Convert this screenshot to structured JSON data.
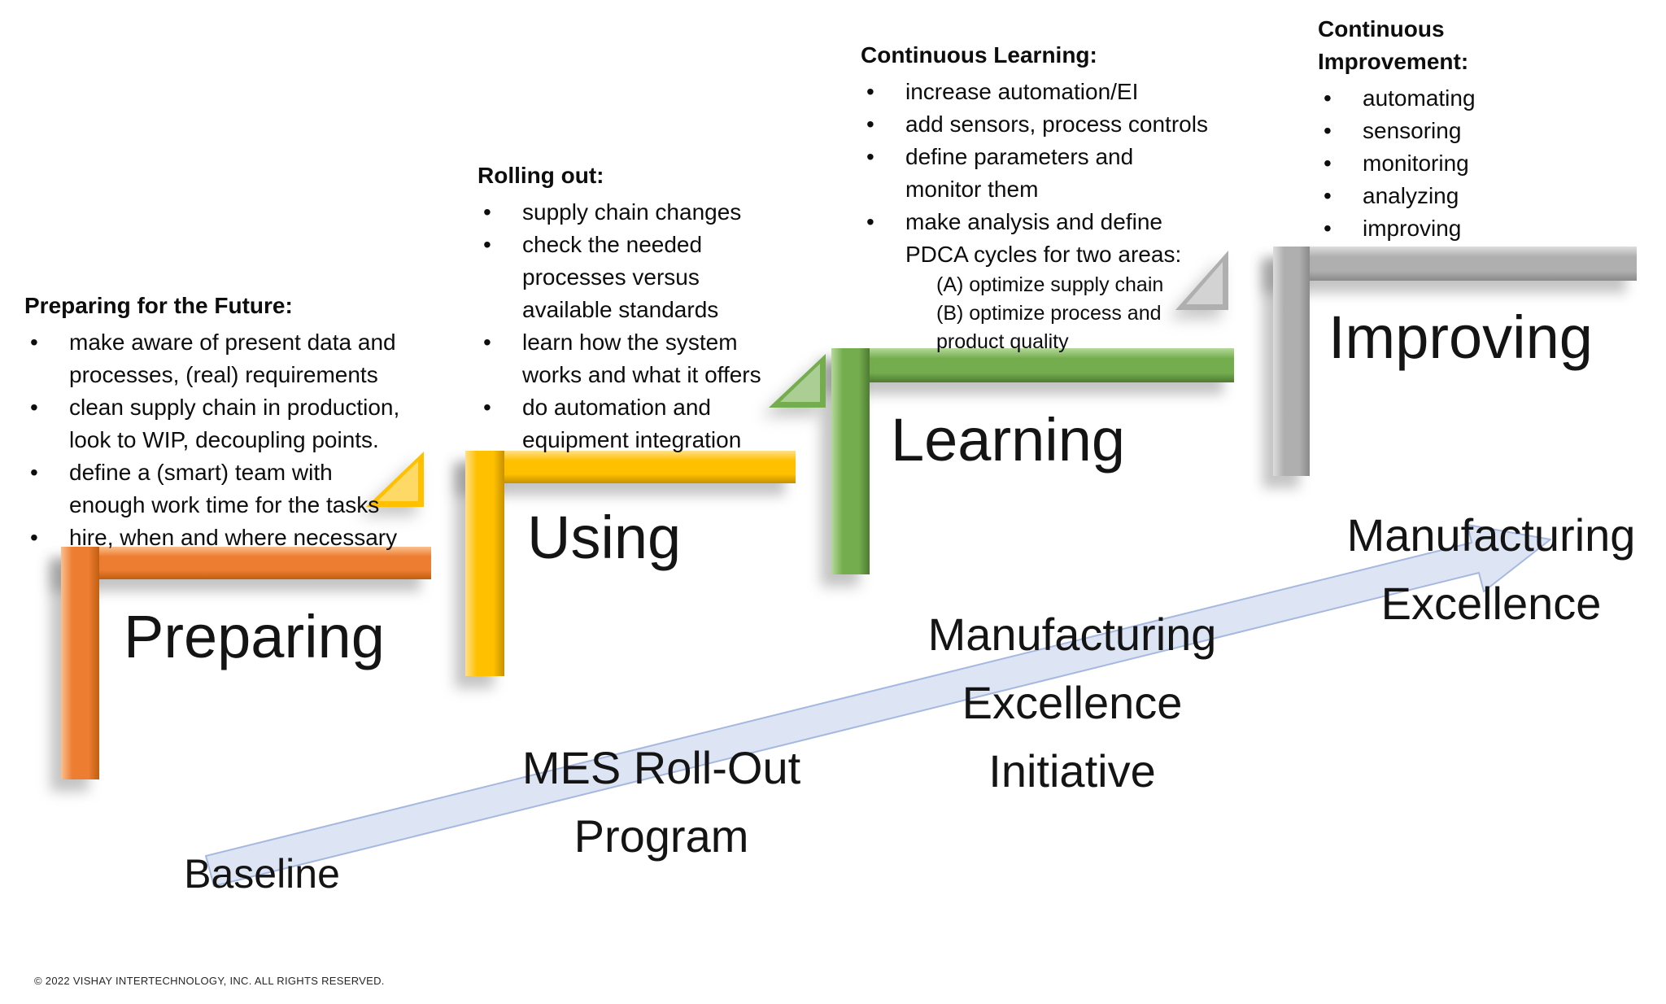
{
  "stages": [
    {
      "name": "Preparing",
      "accent_color": "#ED7D31",
      "accent_light": "#FAC090",
      "accent_dark": "#C05E10",
      "notes": {
        "title": "Preparing for the Future:",
        "bullets": [
          "make aware of present data and\nprocesses, (real) requirements",
          "clean supply chain in production,\nlook to WIP, decoupling points.",
          "define a (smart) team with\nenough work time for the tasks",
          "hire, when and where necessary"
        ]
      }
    },
    {
      "name": "Using",
      "accent_color": "#FFC000",
      "accent_light": "#FFE08A",
      "accent_dark": "#C79100",
      "notes": {
        "title": "Rolling out:",
        "bullets": [
          "supply chain changes",
          "check the needed\nprocesses versus\navailable standards",
          "learn how the system\nworks and what it offers",
          "do automation and\nequipment integration"
        ]
      }
    },
    {
      "name": "Learning",
      "accent_color": "#74AD4E",
      "accent_light": "#B5D99A",
      "accent_dark": "#4E7A33",
      "notes": {
        "title": "Continuous Learning:",
        "bullets": [
          "increase automation/EI",
          "add sensors, process controls",
          "define parameters and\nmonitor them",
          {
            "text": "make analysis and define\nPDCA cycles for two areas:",
            "sub_items": [
              "(A) optimize supply chain",
              "(B) optimize process and\nproduct quality"
            ]
          }
        ]
      }
    },
    {
      "name": "Improving",
      "accent_color": "#AFAFAF",
      "accent_light": "#DDDDDD",
      "accent_dark": "#8A8A8A",
      "notes": {
        "title": "Continuous\nImprovement:",
        "bullets": [
          "automating",
          "sensoring",
          "monitoring",
          "analyzing",
          "improving"
        ]
      }
    }
  ],
  "timeline": {
    "milestones": [
      "Baseline",
      "MES Roll-Out\nProgram",
      "Manufacturing\nExcellence\nInitiative",
      "Manufacturing\nExcellence"
    ],
    "arrow_fill": "#D9E1F2",
    "arrow_border": "#A6B8E0"
  },
  "footer": {
    "copyright": "© 2022 VISHAY INTERTECHNOLOGY, INC. ALL RIGHTS RESERVED."
  }
}
